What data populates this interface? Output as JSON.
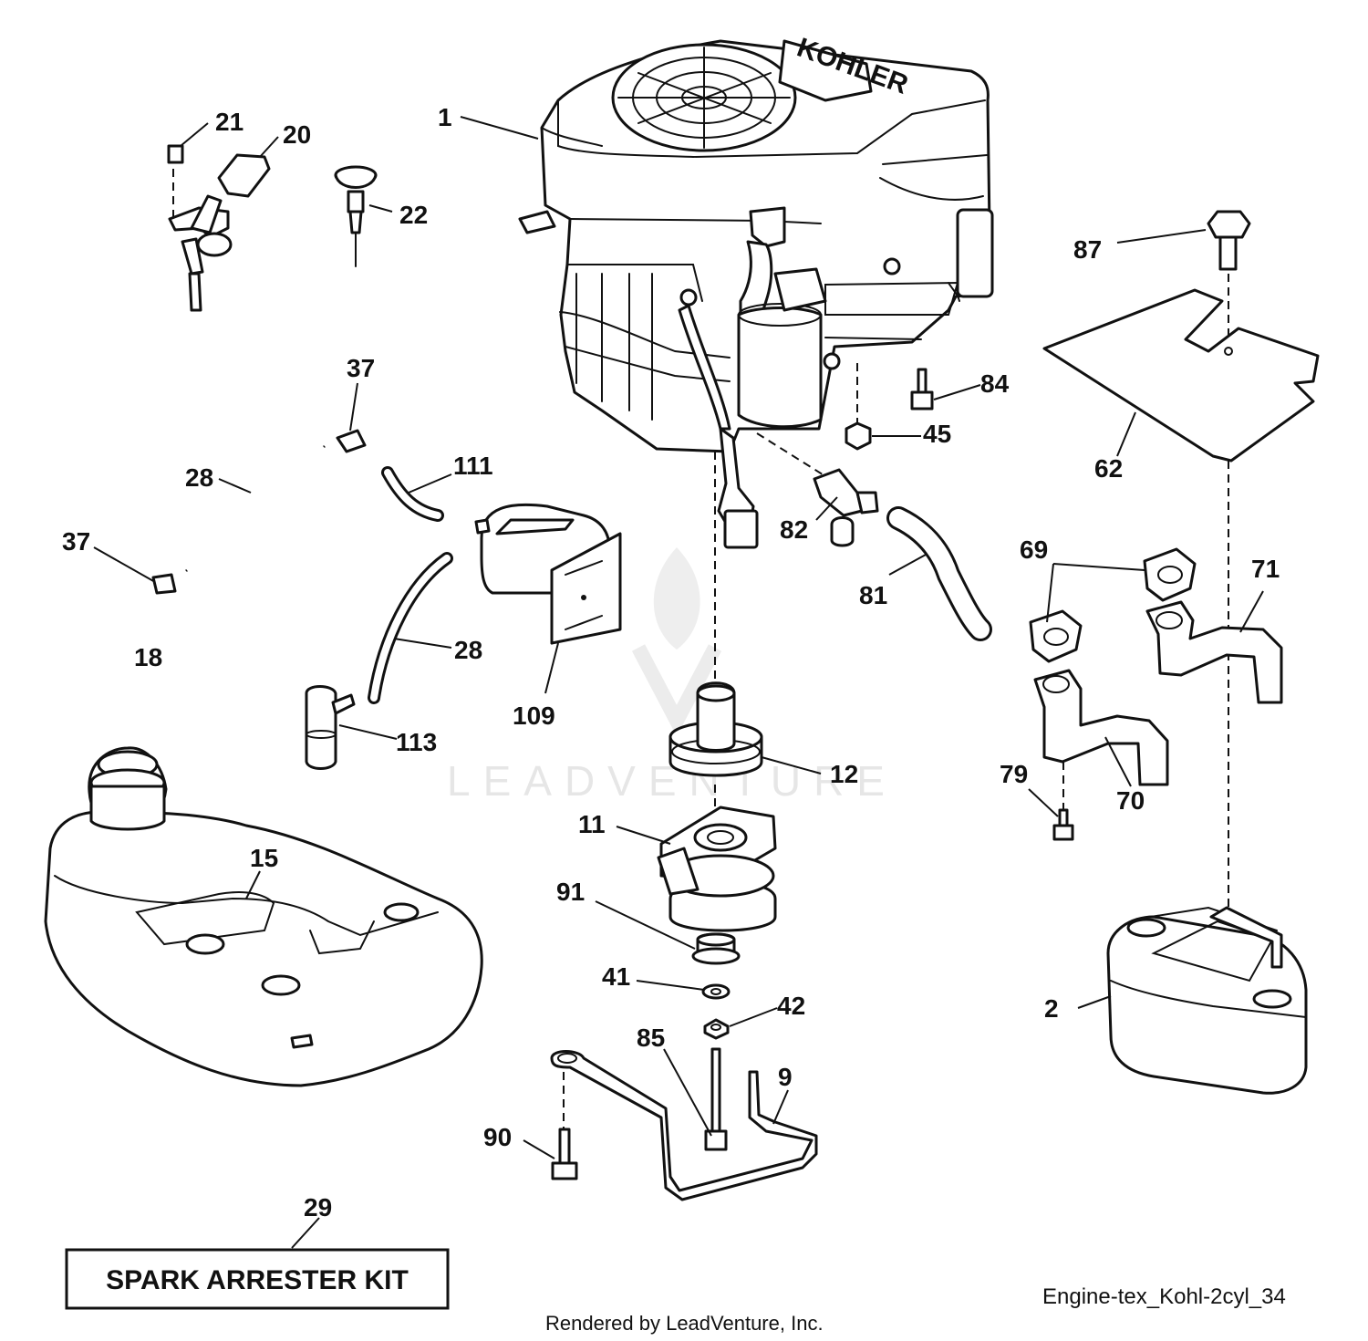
{
  "diagram": {
    "engine_logo": "KOHLER",
    "kit_label": "SPARK ARRESTER KIT",
    "diagram_id": "Engine-tex_Kohl-2cyl_34",
    "render_credit": "Rendered by LeadVenture, Inc.",
    "watermark": "LEADVENTURE",
    "callouts": [
      "1",
      "2",
      "9",
      "11",
      "12",
      "15",
      "18",
      "20",
      "21",
      "22",
      "28",
      "28",
      "29",
      "37",
      "37",
      "41",
      "42",
      "45",
      "62",
      "69",
      "70",
      "71",
      "79",
      "81",
      "82",
      "84",
      "85",
      "87",
      "90",
      "91",
      "109",
      "111",
      "113"
    ]
  }
}
